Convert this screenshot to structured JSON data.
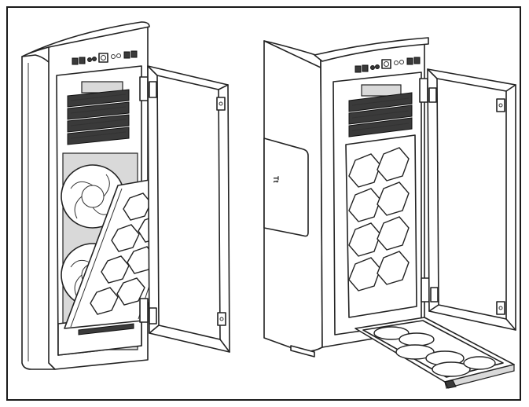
{
  "figure": {
    "panels": [
      {
        "id": "left",
        "description_visible": false
      },
      {
        "id": "right",
        "description_visible": false
      }
    ],
    "case_logo_text": "Tt",
    "colors": {
      "line": "#222222",
      "background": "#ffffff",
      "panel_shade": "#d9d9d9",
      "dark": "#3a3a3a"
    }
  }
}
